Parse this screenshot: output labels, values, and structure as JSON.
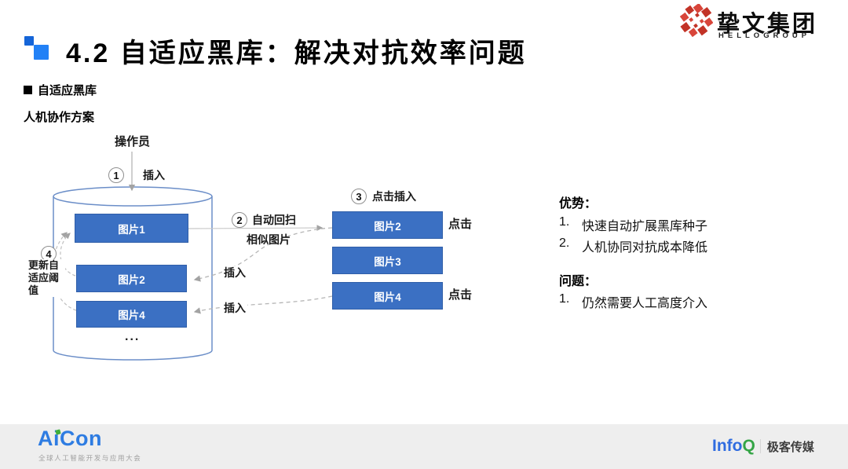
{
  "header": {
    "title": "4.2 自适应黑库：解决对抗效率问题",
    "brand": {
      "name": "挚文集团",
      "subtitle": "HELLOGROUP"
    }
  },
  "section": {
    "bullet_heading": "自适应黑库",
    "subheading": "人机协作方案"
  },
  "diagram": {
    "operator": "操作员",
    "step1": {
      "num": "1",
      "label": "插入"
    },
    "step2": {
      "num": "2",
      "label_line1": "自动回扫",
      "label_line2": "相似图片"
    },
    "step3": {
      "num": "3",
      "label": "点击插入"
    },
    "step4": {
      "num": "4",
      "label": "更新自适应阈值"
    },
    "library": {
      "items": [
        "图片1",
        "图片2",
        "图片4"
      ],
      "more": "..."
    },
    "candidates": [
      {
        "label": "图片2",
        "action": "点击"
      },
      {
        "label": "图片3",
        "action": ""
      },
      {
        "label": "图片4",
        "action": "点击"
      }
    ],
    "insert_label_1": "插入",
    "insert_label_2": "插入"
  },
  "notes": {
    "advantages_title": "优势：",
    "advantages": [
      {
        "num": "1.",
        "text": "快速自动扩展黑库种子"
      },
      {
        "num": "2.",
        "text": "人机协同对抗成本降低"
      }
    ],
    "problems_title": "问题：",
    "problems": [
      {
        "num": "1.",
        "text": "仍然需要人工高度介入"
      }
    ]
  },
  "footer": {
    "aicon": {
      "name": "AiCon",
      "subtitle": "全球人工智能开发与应用大会"
    },
    "infoq": {
      "info": "Info",
      "q": "Q",
      "media": "极客传媒"
    }
  },
  "colors": {
    "box_blue": "#3b70c3",
    "cylinder_stroke": "#6b8ec8",
    "title_square_dark": "#1565d8",
    "title_square_light": "#2281f6",
    "brand_red": "#cd372c",
    "aicon_blue": "#2e7ce2",
    "aicon_green": "#3fae3b",
    "infoq_blue": "#2f6ce0",
    "infoq_green": "#35a546",
    "footer_bg": "#eeeeee"
  }
}
